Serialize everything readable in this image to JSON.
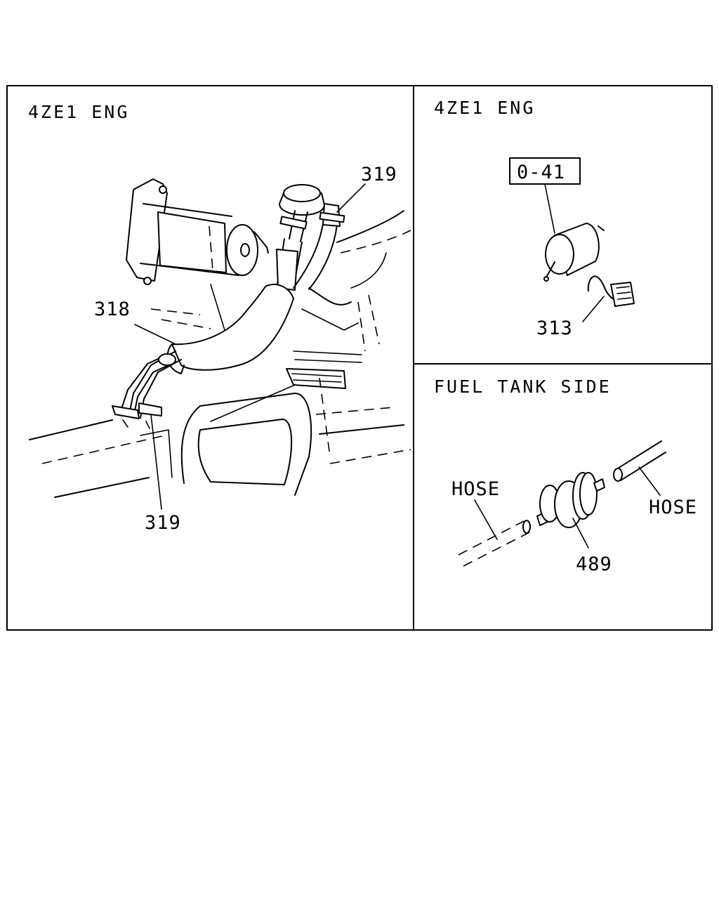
{
  "panels": {
    "left": {
      "header": "4ZE1 ENG"
    },
    "top_right": {
      "header": "4ZE1 ENG",
      "ref_box": "0-41"
    },
    "bottom_right": {
      "header": "FUEL TANK SIDE"
    }
  },
  "callouts": {
    "part_318": "318",
    "part_319_top": "319",
    "part_319_bottom": "319",
    "part_313": "313",
    "part_489": "489",
    "hose_left": "HOSE",
    "hose_right": "HOSE"
  }
}
